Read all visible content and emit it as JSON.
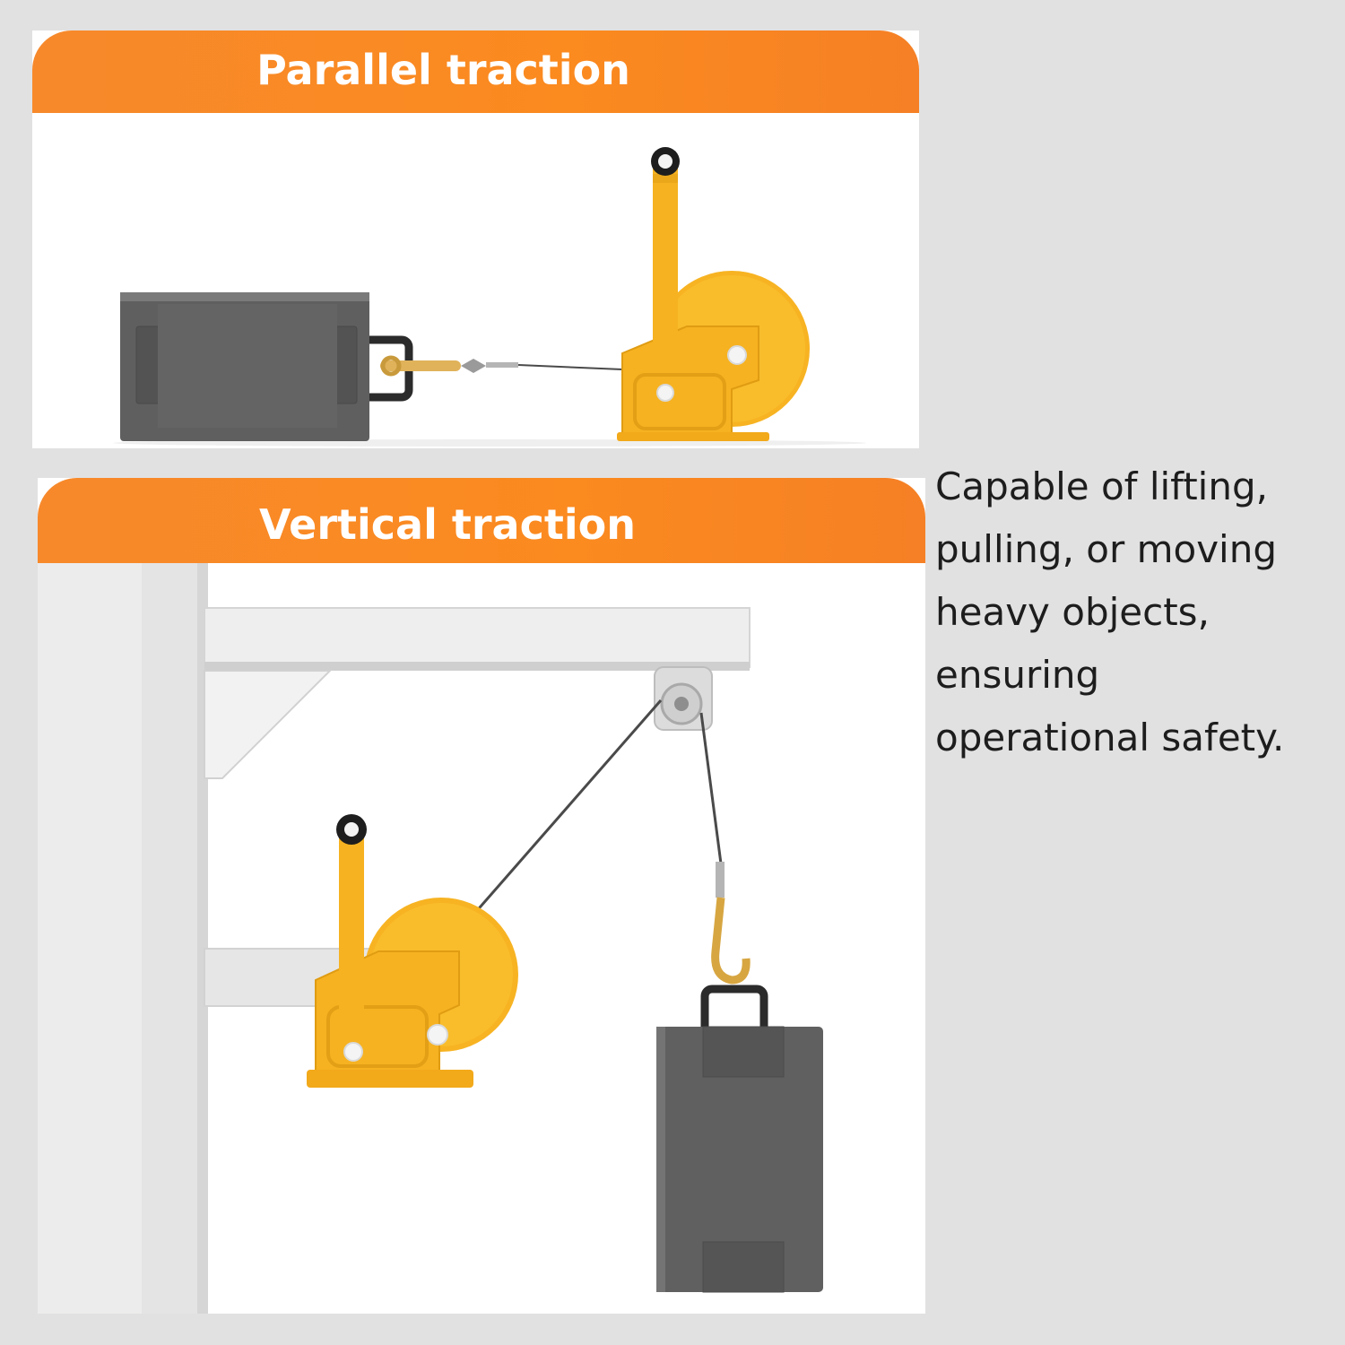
{
  "panels": {
    "parallel": {
      "title": "Parallel traction"
    },
    "vertical": {
      "title": "Vertical traction"
    }
  },
  "description": {
    "lines": [
      "Capable of lifting,",
      "pulling, or moving",
      "heavy objects,",
      "ensuring",
      "operational safety."
    ]
  },
  "colors": {
    "accent_orange": "#fb8a1f",
    "winch_yellow": "#f9b51f",
    "box_gray": "#616161",
    "background": "#e1e1e2"
  }
}
